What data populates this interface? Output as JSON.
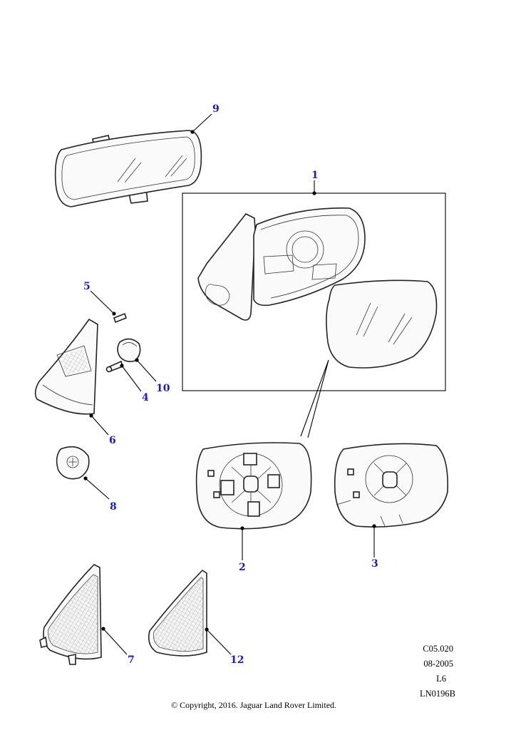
{
  "callouts": {
    "p1": "1",
    "p2": "2",
    "p3": "3",
    "p4": "4",
    "p5": "5",
    "p6": "6",
    "p7": "7",
    "p8": "8",
    "p9": "9",
    "p10": "10",
    "p12": "12"
  },
  "reference": {
    "section": "C05.020",
    "date": "08-2005",
    "model": "L6",
    "drawing": "LN0196B"
  },
  "copyright": "© Copyright, 2016. Jaguar Land Rover Limited.",
  "colors": {
    "callout": "#1a1acc",
    "line": "#000000"
  }
}
